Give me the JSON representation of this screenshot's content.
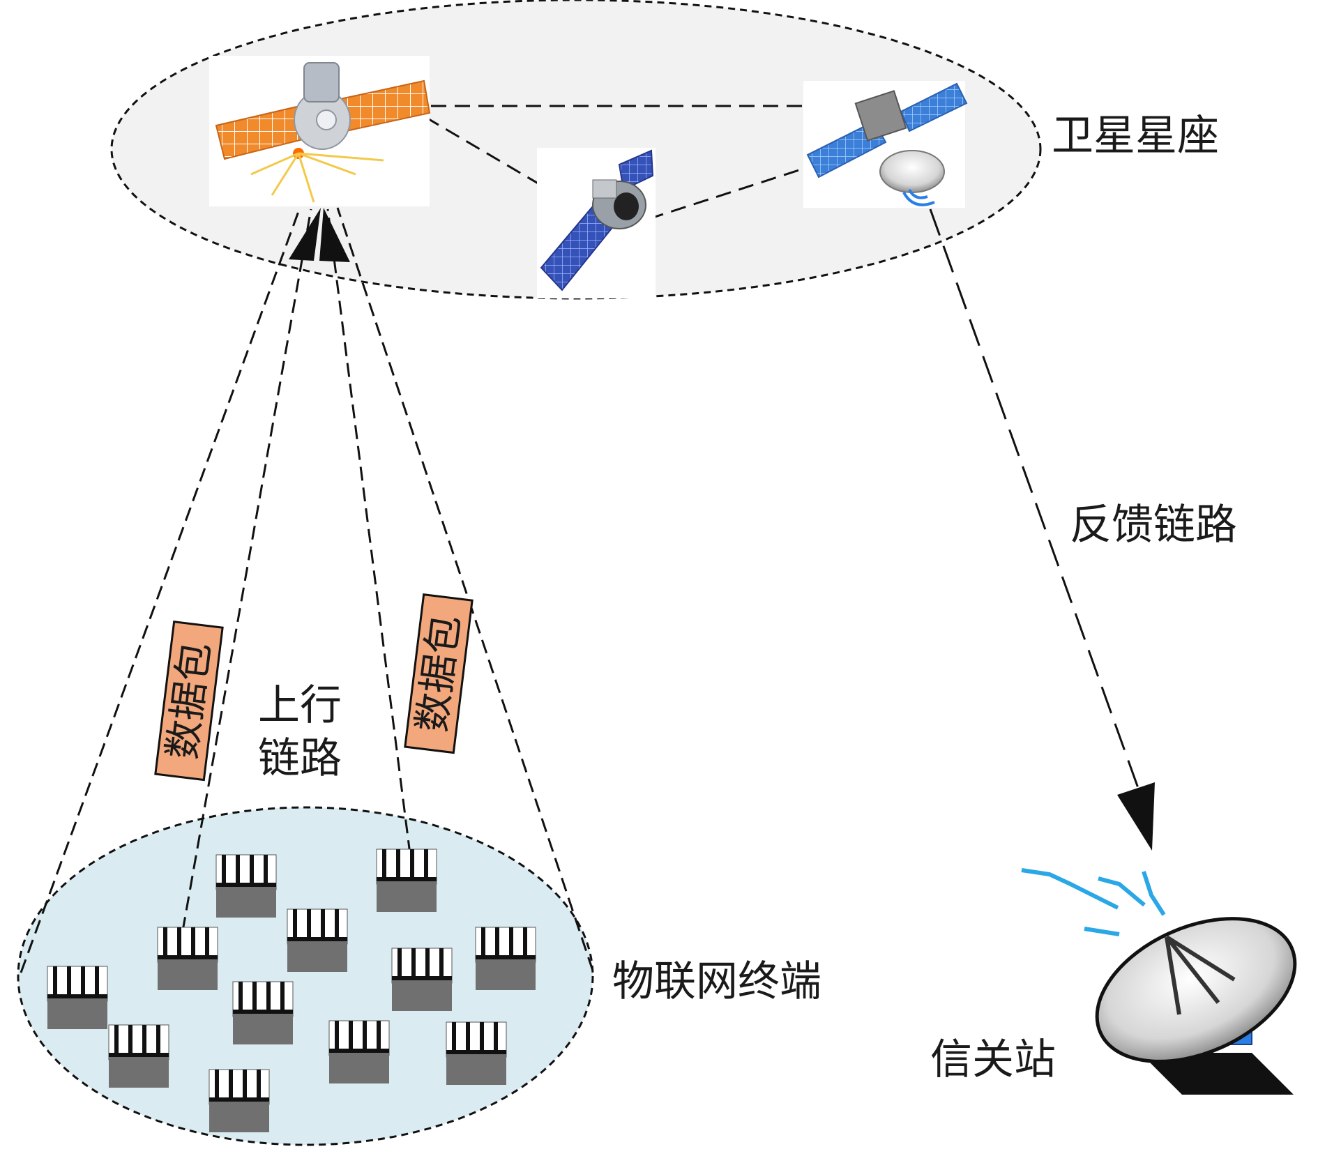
{
  "labels": {
    "constellation": "卫星星座",
    "feedback_link": "反馈链路",
    "uplink_line1": "上行",
    "uplink_line2": "链路",
    "iot_terminals": "物联网终端",
    "gateway": "信关站",
    "packet_left": "数据包",
    "packet_right": "数据包"
  },
  "colors": {
    "constellation_fill": "#f2f2f2",
    "terminal_zone_fill": "#daecf2",
    "packet_fill": "#f2a87c",
    "solar_orange": "#f08a2a",
    "solar_blue": "#3b7fd8",
    "terminal_body": "#707070",
    "dashed_line": "#111111",
    "signal_blue": "#2aa7e6"
  },
  "icons": [
    "satellite-icon",
    "iot-terminal-icon",
    "gateway-dish-icon",
    "signal-wave-icon"
  ]
}
